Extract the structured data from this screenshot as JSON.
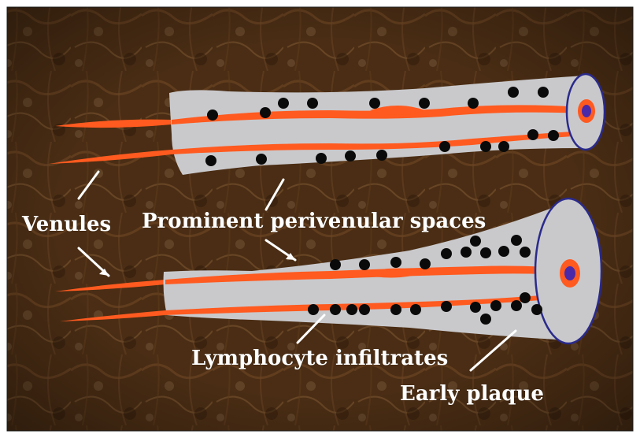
{
  "labels": {
    "venules": "Venules",
    "perivenular": "Prominent perivenular spaces",
    "lymphocytes": "Lymphocyte infiltrates",
    "plaque": "Early plaque"
  },
  "colors": {
    "background": "#4a2d14",
    "sheath": "#c9c9cc",
    "venule": "#ff5a1f",
    "lymphocyte": "#0a0a0a",
    "ring_outline": "#2a2a8c",
    "lumen": "#4a2aa8",
    "label_text": "#ffffff"
  }
}
